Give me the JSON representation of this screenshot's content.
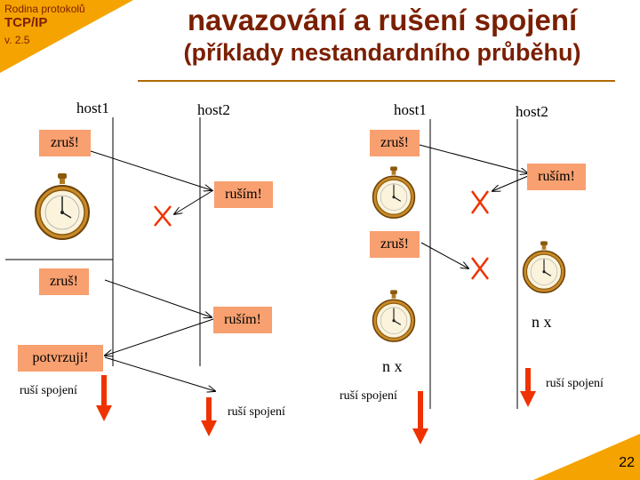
{
  "header": {
    "course_name": "Rodina protokolů",
    "course_subtitle": "TCP/IP",
    "version": "v. 2.5",
    "title": "navazování a rušení spojení",
    "subtitle": "(příklady nestandardního průběhu)"
  },
  "left_scenario": {
    "host1": "host1",
    "host2": "host2",
    "msg1": "zruš!",
    "msg1_reply": "ruším!",
    "msg2": "zruš!",
    "msg2_reply": "ruším!",
    "confirm": "potvrzuji!",
    "host1_end": "ruší spojení",
    "host2_end": "ruší spojení"
  },
  "right_scenario": {
    "host1": "host1",
    "host2": "host2",
    "msg1": "zruš!",
    "msg1_reply": "ruším!",
    "msg2": "zruš!",
    "host1_repeat": "n x",
    "host2_repeat": "n x",
    "host1_end": "ruší spojení",
    "host2_end": "ruší spojení"
  },
  "colors": {
    "accent": "#f5a300",
    "title": "#7a1f00",
    "box": "#f8a070",
    "cross": "#ee3300",
    "down_arrow": "#ee3300"
  },
  "icons": {
    "stopwatch": "stopwatch-icon",
    "lost_message": "cross-icon",
    "termination": "down-arrow-icon"
  },
  "page_number": "22"
}
